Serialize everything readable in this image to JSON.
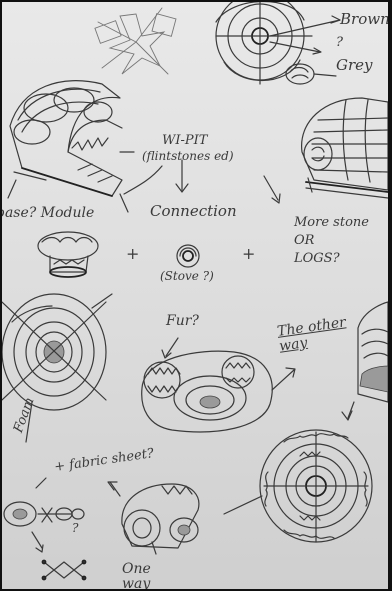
{
  "annotations": {
    "brown": "Brown",
    "question_right_top": "?",
    "grey": "Grey",
    "wi_pit": "WI-PIT",
    "flintstones": "(flintstones ed)",
    "base_module": "base? Module",
    "connection": "Connection",
    "more_stone": "More stone",
    "or": "OR",
    "logs": "LOGS?",
    "plus_1": "+",
    "plus_2": "+",
    "stove": "(Stove ?)",
    "fur": "Fur?",
    "the_other_way": "The other way",
    "foam": "Foam",
    "fabric_sheet": "+ fabric sheet?",
    "question_mark_small": "?",
    "one_way": "One way"
  }
}
